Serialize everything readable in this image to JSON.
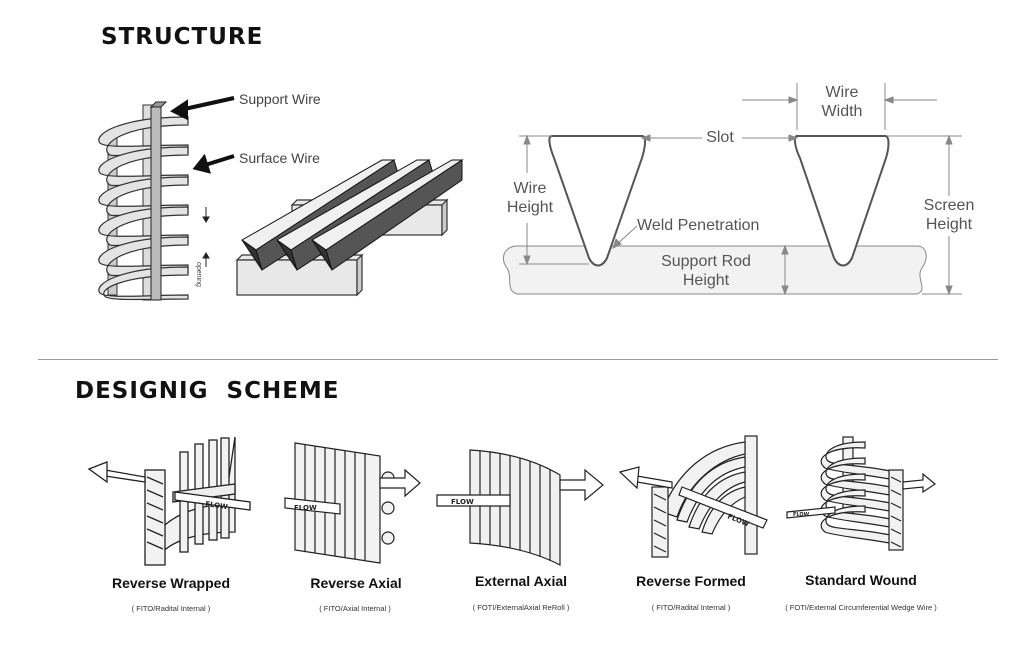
{
  "structure": {
    "title": "STRUCTURE",
    "support_wire_label": "Support Wire",
    "surface_wire_label": "Surface Wire",
    "opening_label": "opening"
  },
  "profile": {
    "slot_label": "Slot",
    "wire_width_label_1": "Wire",
    "wire_width_label_2": "Width",
    "wire_height_label_1": "Wire",
    "wire_height_label_2": "Height",
    "weld_penetration_label": "Weld Penetration",
    "support_rod_label_1": "Support Rod",
    "support_rod_label_2": "Height",
    "screen_height_label_1": "Screen",
    "screen_height_label_2": "Height"
  },
  "scheme": {
    "title": "DESIGNIG  SCHEME",
    "flow_label": "FLOW",
    "items": [
      {
        "name": "Reverse Wrapped",
        "sub": "( FITO/Radital Internal )"
      },
      {
        "name": "Reverse Axial",
        "sub": "( FITO/Axial Internal )"
      },
      {
        "name": "External Axial",
        "sub": "( FOTI/ExternalAxial ReRoll )"
      },
      {
        "name": "Reverse Formed",
        "sub": "( FITO/Radital Internal )"
      },
      {
        "name": "Standard Wound",
        "sub": "( FOTI/External Circumferential Wedge Wire )"
      }
    ]
  }
}
